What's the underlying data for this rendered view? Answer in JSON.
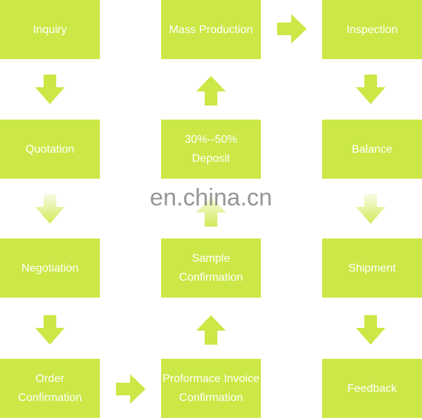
{
  "colors": {
    "box": "#cbe846",
    "arrow": "#cbe846",
    "text": "#ffffff",
    "watermark": "#6e6e6e"
  },
  "steps": {
    "inquiry": "Inquiry",
    "mass_production": "Mass Production",
    "inspection": "Inspection",
    "quotation": "Quotation",
    "deposit": "30%--50%\nDeposit",
    "balance": "Balance",
    "negotiation": "Negotiation",
    "sample_confirmation": "Sample\nConfirmation",
    "shipment": "Shipment",
    "order_confirmation": "Order\nConfirmation",
    "proforma_invoice": "Proformace Invoice\nConfirmation",
    "feedback": "Feedback"
  },
  "watermark": "en.china.cn"
}
